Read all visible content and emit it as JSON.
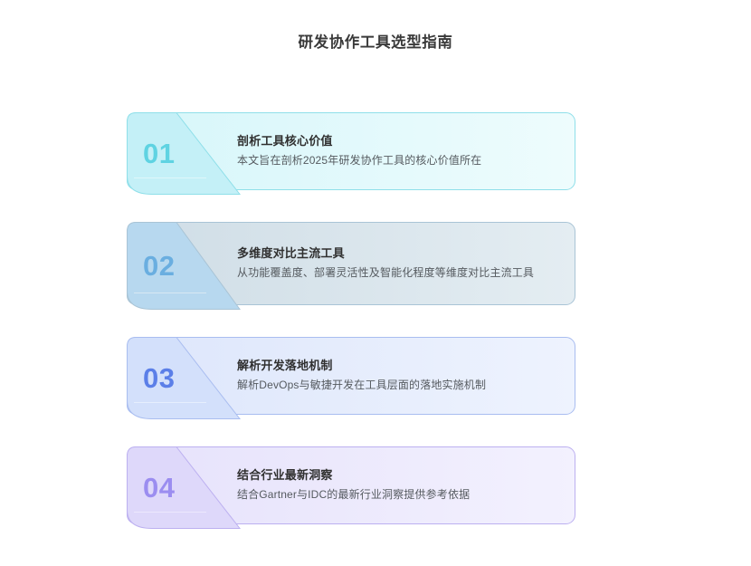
{
  "page": {
    "title": "研发协作工具选型指南",
    "background_color": "#ffffff"
  },
  "cards": [
    {
      "number": "01",
      "heading": "剖析工具核心价值",
      "description": "本文旨在剖析2025年研发协作工具的核心价值所在",
      "number_color": "#5fd3e2",
      "body_fill_from": "#d6f6fa",
      "body_fill_to": "#eefcfd",
      "ribbon_fill": "#c4f0f7",
      "border_color": "#8fdfe9",
      "divider_color": "#dff7fa"
    },
    {
      "number": "02",
      "heading": "多维度对比主流工具",
      "description": "从功能覆盖度、部署灵活性及智能化程度等维度对比主流工具",
      "number_color": "#6aaee0",
      "body_fill_from": "#cfdde6",
      "body_fill_to": "#e4edf2",
      "ribbon_fill": "#b7d8ef",
      "border_color": "#a9c4d6",
      "divider_color": "#d8e8f3"
    },
    {
      "number": "03",
      "heading": "解析开发落地机制",
      "description": "解析DevOps与敏捷开发在工具层面的落地实施机制",
      "number_color": "#5b7fe8",
      "body_fill_from": "#dde6fb",
      "body_fill_to": "#eef3fe",
      "ribbon_fill": "#d3e0fb",
      "border_color": "#a9bdf0",
      "divider_color": "#e6eefd"
    },
    {
      "number": "04",
      "heading": "结合行业最新洞察",
      "description": "结合Gartner与IDC的最新行业洞察提供参考依据",
      "number_color": "#9b8df0",
      "body_fill_from": "#e6e2fb",
      "body_fill_to": "#f3f1fe",
      "ribbon_fill": "#ded8fa",
      "border_color": "#bcb0f0",
      "divider_color": "#ece8fd"
    }
  ]
}
